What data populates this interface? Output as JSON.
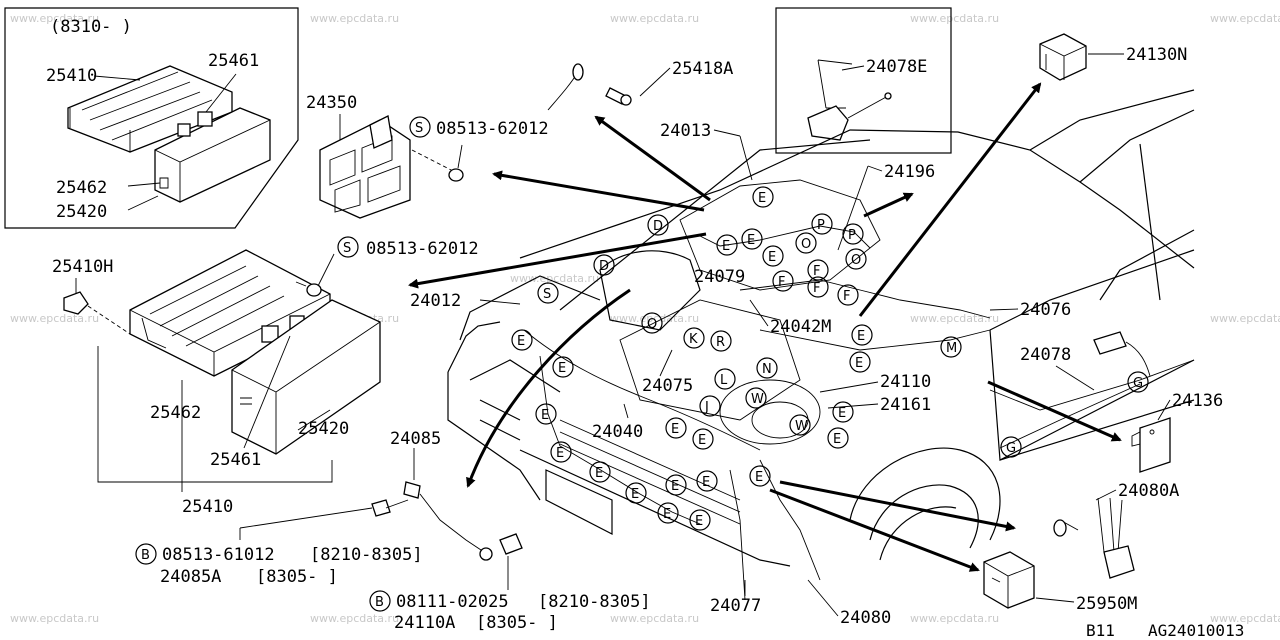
{
  "watermark": "www.epcdata.ru",
  "footer": {
    "page": "B11",
    "code": "AG24010013"
  },
  "inset_top_left": {
    "date_range": "(8310-   )"
  },
  "parts": {
    "p25410_top": "25410",
    "p25461_top": "25461",
    "p25462_top": "25462",
    "p25420_top": "25420",
    "p24350": "24350",
    "s08513_a": "08513-62012",
    "s08513_b": "08513-62012",
    "p25418A": "25418A",
    "p24013": "24013",
    "p24078E": "24078E",
    "p24130N": "24130N",
    "p24196": "24196",
    "p25410H": "25410H",
    "p24012": "24012",
    "p24079": "24079",
    "p24042M": "24042M",
    "p24076": "24076",
    "p24078": "24078",
    "p24075": "24075",
    "p24110": "24110",
    "p24161": "24161",
    "p24136": "24136",
    "p25462": "25462",
    "p25420": "25420",
    "p25461": "25461",
    "p25410": "25410",
    "p24085": "24085",
    "p24040": "24040",
    "p24080A": "24080A",
    "b08513": "08513-61012",
    "b08513_range": "[8210-8305]",
    "p24085A": "24085A",
    "p24085A_range": "[8305-   ]",
    "b08111": "08111-02025",
    "b08111_range": "[8210-8305]",
    "p24110A": "24110A",
    "p24110A_range": "[8305-   ]",
    "p24077": "24077",
    "p24080": "24080",
    "p25950M": "25950M"
  },
  "markers": {
    "S": "S",
    "B": "B"
  },
  "connector_letters": {
    "D": "D",
    "E": "E",
    "F": "F",
    "G": "G",
    "J": "J",
    "K": "K",
    "L": "L",
    "M": "M",
    "N": "N",
    "O": "O",
    "P": "P",
    "Q": "Q",
    "R": "R",
    "S": "S",
    "W": "W"
  }
}
